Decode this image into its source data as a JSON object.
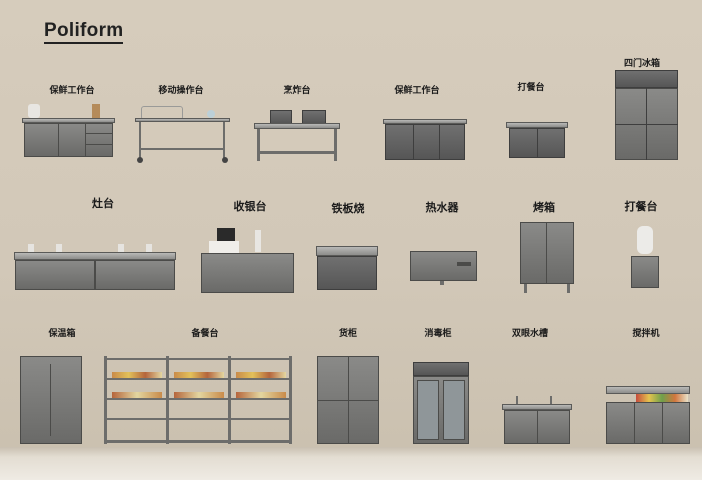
{
  "brand": {
    "name": "Poliform"
  },
  "labels": {
    "r1_1": "保鲜工作台",
    "r1_2": "移动操作台",
    "r1_3": "烹炸台",
    "r1_4": "保鲜工作台",
    "r1_5": "打餐台",
    "r1_6": "四门冰箱",
    "r2_1": "灶台",
    "r2_2": "收银台",
    "r2_3": "铁板烧",
    "r2_4": "热水器",
    "r2_5": "烤箱",
    "r2_6": "打餐台",
    "r3_1": "保温箱",
    "r3_2": "备餐台",
    "r3_3": "货柜",
    "r3_4": "消毒柜",
    "r3_5": "双眼水槽",
    "r3_6": "搅拌机"
  },
  "colors": {
    "wall": "#d6ccbc",
    "steel": "#7a7a78",
    "label": "#1b1b1b"
  }
}
